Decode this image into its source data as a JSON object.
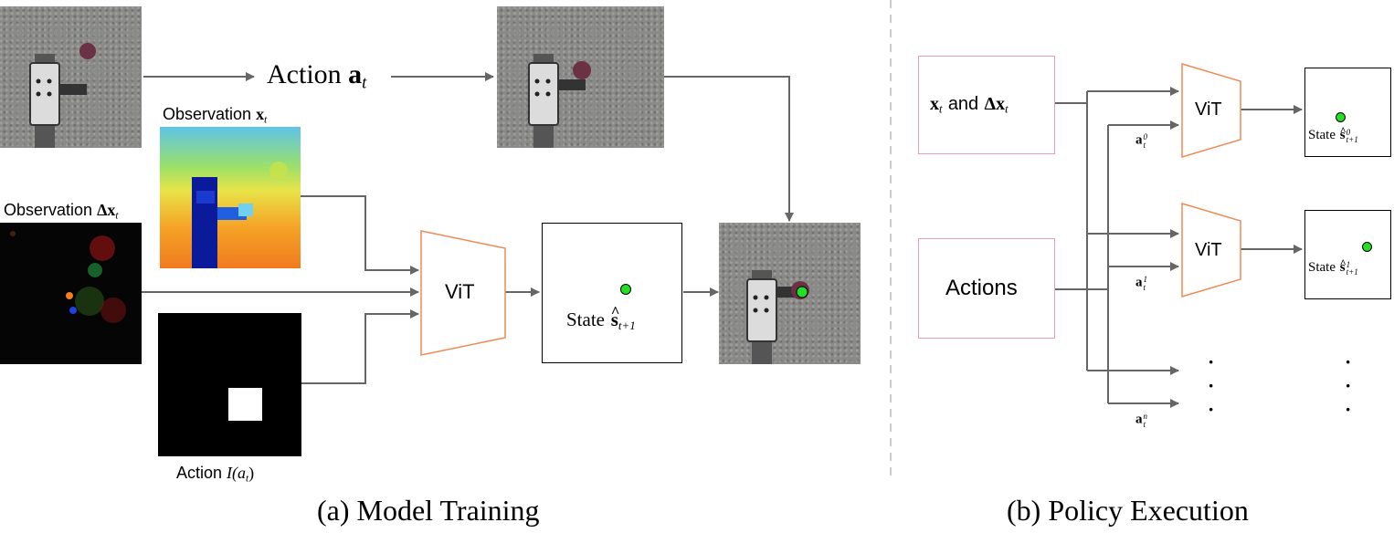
{
  "panels": {
    "a_caption": "(a) Model Training",
    "b_caption": "(b) Policy Execution"
  },
  "training": {
    "action_label": "Action",
    "action_symbol": "a",
    "action_subscript": "t",
    "observation_x_label": "Observation",
    "observation_x_symbol": "x",
    "observation_x_subscript": "t",
    "observation_dx_label": "Observation",
    "observation_dx_symbol": "Δx",
    "observation_dx_subscript": "t",
    "vit_label": "ViT",
    "state_label": "State",
    "state_symbol": "s",
    "state_subscript": "t+1",
    "action_image_label": "Action",
    "action_image_symbol": "I(a",
    "action_image_subscript": "t",
    "action_image_close": ")"
  },
  "execution": {
    "input_box": {
      "x_symbol": "x",
      "x_subscript": "t",
      "joiner": "and",
      "dx_symbol": "Δx",
      "dx_subscript": "t"
    },
    "actions_label": "Actions",
    "vit_labels": [
      "ViT",
      "ViT"
    ],
    "action_branches": [
      {
        "symbol": "a",
        "superscript": "0",
        "subscript": "t"
      },
      {
        "symbol": "a",
        "superscript": "1",
        "subscript": "t"
      },
      {
        "symbol": "a",
        "superscript": "n",
        "subscript": "t"
      }
    ],
    "states": [
      {
        "label": "State",
        "symbol": "s",
        "superscript": "0",
        "subscript": "t+1"
      },
      {
        "label": "State",
        "symbol": "s",
        "superscript": "1",
        "subscript": "t+1"
      }
    ],
    "ellipsis": "·"
  },
  "colors": {
    "arrow": "#666666",
    "vit_outline": "#f08a55",
    "input_box_outline": "#e7a0b8",
    "state_dot": "#22e022",
    "divider": "#bbbbbb"
  }
}
